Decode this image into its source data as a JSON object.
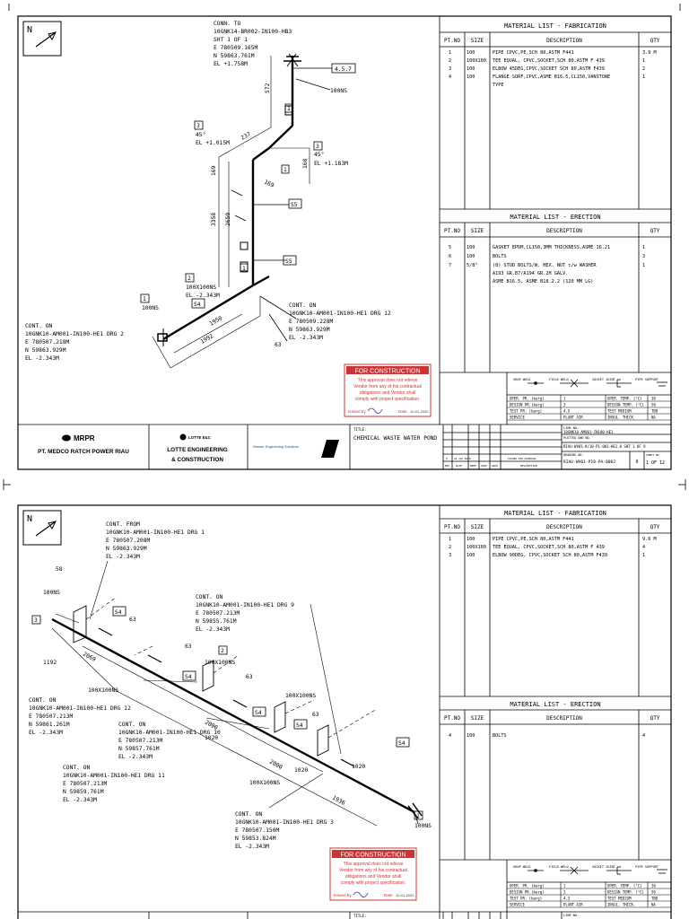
{
  "sheet1": {
    "north": "N",
    "conn_to": {
      "label": "CONN. TO",
      "line": "10GNK14-BR002-IN100-HB3",
      "sheet": "SHT 1 OF 1",
      "e": "E 780509.165M",
      "n": "N 59863.761M",
      "el": "EL +1.758M"
    },
    "tag_457": "4.5.7",
    "nozzle_top": "100NS",
    "dim_572": "572",
    "dim_237": "237",
    "dim_169a": "169",
    "dim_168": "168",
    "dim_169b": "169",
    "dim_3358": "3358",
    "dim_2650": "2650",
    "elbow_left": {
      "tag": "3",
      "angle": "45°",
      "el": "EL +1.015M"
    },
    "elbow_right": {
      "tag": "3",
      "angle": "45°",
      "el": "EL +1.183M"
    },
    "callout_s5a": "S5",
    "callout_s5b": "S5",
    "callout_s4": "S4",
    "tag1a": "1",
    "tag1b": "1",
    "tag1c": "1",
    "tee": {
      "tag": "2",
      "size": "100X100NS",
      "el": "EL -2.343M"
    },
    "nozzle_left": {
      "tag": "1",
      "label": "100NS"
    },
    "cont_right": {
      "label": "CONT. ON",
      "line": "10GNK10-AM001-IN100-HE1 DRG 12",
      "e": "E 780509.228M",
      "n": "N 59863.929M",
      "el": "EL -2.343M"
    },
    "cont_left": {
      "label": "CONT. ON",
      "line": "10GNK10-AM001-IN100-HE1 DRG 2",
      "e": "E 780507.218M",
      "n": "N 59863.929M",
      "el": "EL -2.343M"
    },
    "dim_1950": "1950",
    "dim_1992": "1992",
    "dim_63": "63",
    "fab": {
      "title": "MATERIAL  LIST  -  FABRICATION",
      "headers": [
        "PT.NO",
        "SIZE",
        "DESCRIPTION",
        "QTY"
      ],
      "rows": [
        [
          "1",
          "100",
          "PIPE CPVC,PE,SCH 80,ASTM F441",
          "3.9 M"
        ],
        [
          "2",
          "100X100",
          "TEE EQUAL, CPVC,SOCKET,SCH 80,ASTM F 439",
          "1"
        ],
        [
          "3",
          "100",
          "ELBOW 45DEG,CPVC,SOCKET SCH 80,ASTM F439",
          "2"
        ],
        [
          "4",
          "100",
          "FLANGE SORF,CPVC,ASME B16.5,CL150,VANSTONE",
          "1"
        ]
      ],
      "row4_extra": "TYPE"
    },
    "erec": {
      "title": "MATERIAL  LIST  -  ERECTION",
      "headers": [
        "PT.NO",
        "SIZE",
        "DESCRIPTION",
        "QTY"
      ],
      "rows": [
        [
          "5",
          "100",
          "GASKET EPDM,CL150,3MM THICKNESS,ASME 16.21",
          "1"
        ],
        [
          "6",
          "100",
          "BOLTS",
          "3"
        ],
        [
          "7",
          "5/8\"",
          "(8) STUD BOLTS/W. HEX. NUT  c/w WASHER",
          "1"
        ]
      ],
      "row7_extra1": "A193 GR.B7/A194 GR.2H GALV.",
      "row7_extra2": "ASME B16.5, ASME B18.2.2 (120 MM LG)"
    },
    "legend": {
      "shop": "SHOP WELD",
      "field": "FIELD WELD",
      "socket": "SOCKET JOINT",
      "support": "PIPE SUPPORT"
    },
    "params": [
      [
        "OPER. PR. (barg)",
        "1",
        "OPER. TEMP. (°C)",
        "30"
      ],
      [
        "DESIGN PR.(barg)",
        "3",
        "DESIGN TEMP. (°C)",
        "50"
      ],
      [
        "TEST PR. (barg)",
        "4.5",
        "TEST MEDIUM",
        "TBD"
      ],
      [
        "SERVICE",
        "PLANT AIR",
        "INSUL. THICK.",
        "NA"
      ]
    ],
    "stamp": {
      "title": "FOR CONSTRUCTION",
      "l1": "This approval does not relieve",
      "l2": "Vendor from any of his contractual",
      "l3": "obligations and Vendor shall",
      "l4": "comply with project specification.",
      "issued": "Issued by",
      "date_label": "Date",
      "date": "10-01-2020"
    },
    "title_block": {
      "client_logo": "MRPR",
      "client_name": "PT. MEDCO RATCH POWER RIAU",
      "contractor_logo": "LOTTE E&C",
      "contractor_l1": "LOTTE ENGINEERING",
      "contractor_l2": "& CONSTRUCTION",
      "vendor": "Wasser Engineering Solutions",
      "title_label": "TITLE:",
      "title": "CHEMICAL WASTE WATER  POND",
      "line_no_label": "LINE NO.",
      "line_no": "10GNK10-AM001-IN100-HE1",
      "ref_label": "PLOTTED DWG NO.",
      "ref": "RIAU-WV01-K/10-P1-001-HE1_0 SHT 1 OF 9",
      "drawing_label": "DRAWING NO.",
      "drawing_no": "RIAU-WV01-P10-PA-0002",
      "rev": "0",
      "sheet_label": "SHEET NO.",
      "sheet": "1 OF 12",
      "rev_row": [
        "0",
        "10 Jan 2020",
        "",
        "",
        "",
        "ISSUED FOR APPROVAL"
      ],
      "rev_headers": [
        "REV",
        "DATE",
        "PREP",
        "CHKD",
        "APPD",
        "DESCRIPTION"
      ]
    }
  },
  "sheet2": {
    "north": "N",
    "cont_from": {
      "label": "CONT. FROM",
      "line": "10GNK10-AM001-IN100-HE1 DRG 1",
      "e": "E 780507.208M",
      "n": "N 59863.929M",
      "el": "EL -2.343M"
    },
    "cont_drg9": {
      "label": "CONT. ON",
      "line": "10GNK10-AM001-IN100-HE1 DRG 9",
      "e": "E 780507.213M",
      "n": "N 59855.761M",
      "el": "EL -2.343M"
    },
    "cont_drg12": {
      "label": "CONT. ON",
      "line": "10GNK10-AM001-IN100-HE1 DRG 12",
      "e": "E 780507.213M",
      "n": "N 59861.261M",
      "el": "EL -2.343M"
    },
    "cont_drg10": {
      "label": "CONT. ON",
      "line": "10GNK10-AM001-IN100-HE1 DRG 10",
      "e": "E 780507.213M",
      "n": "N 59857.761M",
      "el": "EL -2.343M"
    },
    "cont_drg11": {
      "label": "CONT. ON",
      "line": "10GNK10-AM001-IN100-HE1 DRG 11",
      "e": "E 780507.213M",
      "n": "N 59859.761M",
      "el": "EL -2.343M"
    },
    "cont_drg3": {
      "label": "CONT. ON",
      "line": "10GNK10-AM001-IN100-HE1 DRG 3",
      "e": "E 780507.150M",
      "n": "N 59853.824M",
      "el": "EL -2.343M"
    },
    "dim_58": "58",
    "ns_left": "100NS",
    "ns_right": "100NS",
    "tag3": "3",
    "tag_s4a": "S4",
    "tag_s4b": "S4",
    "tag_s4c": "S4",
    "tag_s4d": "S4",
    "tag_s4e": "S4",
    "dim_63a": "63",
    "dim_63b": "63",
    "dim_63c": "63",
    "dim_63d": "63",
    "dim_1192": "1192",
    "dim_2069": "2069",
    "dim_2000a": "2000",
    "dim_1020a": "1020",
    "dim_2000b": "2000",
    "dim_1020b": "1020",
    "dim_1020c": "1020",
    "dim_1936": "1936",
    "tee_a": "100X100NS",
    "tee_b": "100X100NS",
    "tee_c": "100X100NS",
    "tee_d": "100X100NS",
    "tag2": "2",
    "tag1": "1",
    "fab": {
      "title": "MATERIAL  LIST  -  FABRICATION",
      "headers": [
        "PT.NO",
        "SIZE",
        "DESCRIPTION",
        "QTY"
      ],
      "rows": [
        [
          "1",
          "100",
          "PIPE CPVC,PE,SCH 80,ASTM F441",
          "9.6 M"
        ],
        [
          "2",
          "100X100",
          "TEE EQUAL, CPVC,SOCKET,SCH 80,ASTM F 439",
          "4"
        ],
        [
          "3",
          "100",
          "ELBOW 90DEG, CPVC,SOCKET SCH 80,ASTM F439",
          "1"
        ]
      ]
    },
    "erec": {
      "title": "MATERIAL  LIST  -  ERECTION",
      "headers": [
        "PT.NO",
        "SIZE",
        "DESCRIPTION",
        "QTY"
      ],
      "rows": [
        [
          "4",
          "100",
          "BOLTS",
          "4"
        ]
      ]
    },
    "legend": {
      "shop": "SHOP WELD",
      "field": "FIELD WELD",
      "socket": "SOCKET JOINT",
      "support": "PIPE SUPPORT"
    },
    "params": [
      [
        "OPER. PR. (barg)",
        "1",
        "OPER. TEMP. (°C)",
        "30"
      ],
      [
        "DESIGN PR.(barg)",
        "3",
        "DESIGN TEMP. (°C)",
        "50"
      ],
      [
        "TEST PR. (barg)",
        "4.5",
        "TEST MEDIUM",
        "TBD"
      ],
      [
        "SERVICE",
        "PLANT AIR",
        "INSUL. THICK.",
        "NA"
      ]
    ],
    "stamp": {
      "title": "FOR CONSTRUCTION",
      "l1": "This approval does not relieve",
      "l2": "Vendor from any of his contractual",
      "l3": "obligations and Vendor shall",
      "l4": "comply with project specification.",
      "issued": "Issued by",
      "date_label": "Date",
      "date": "10-01-2020"
    },
    "title_label": "TITLE:",
    "line_no_label": "LINE NO."
  }
}
